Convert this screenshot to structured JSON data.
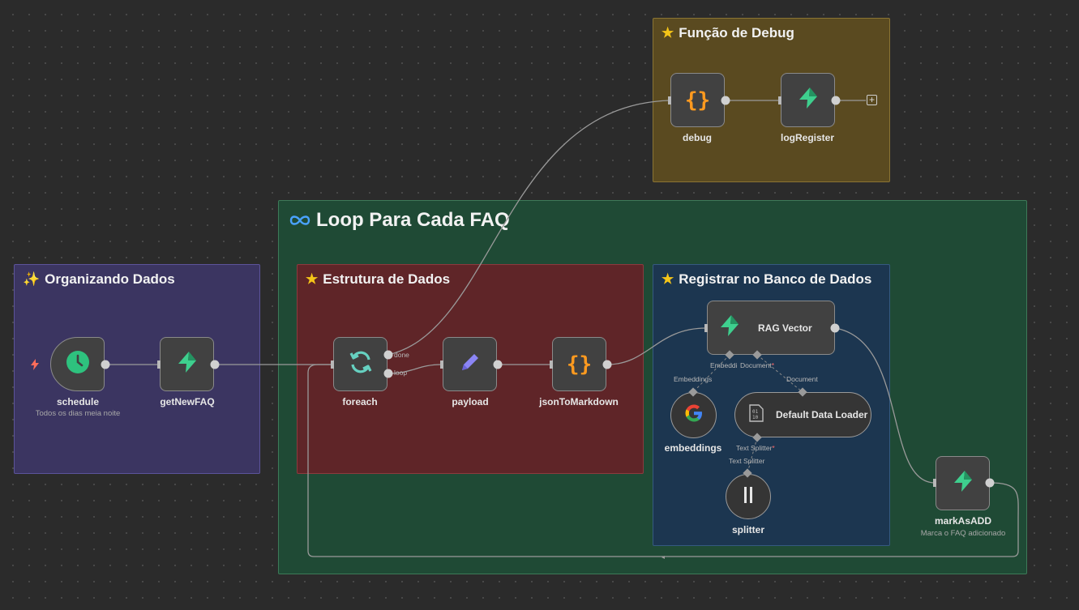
{
  "stickies": {
    "debug_title": "Função de Debug",
    "loop_title": "Loop Para Cada FAQ",
    "organize_title": "Organizando Dados",
    "structure_title": "Estrutura de Dados",
    "register_title": "Registrar no Banco de Dados"
  },
  "nodes": {
    "schedule": {
      "label": "schedule",
      "sub": "Todos os dias meia noite"
    },
    "getNewFAQ": {
      "label": "getNewFAQ"
    },
    "foreach": {
      "label": "foreach",
      "out_done": "done",
      "out_loop": "loop"
    },
    "payload": {
      "label": "payload"
    },
    "jsonToMarkdown": {
      "label": "jsonToMarkdown"
    },
    "debug": {
      "label": "debug"
    },
    "logRegister": {
      "label": "logRegister"
    },
    "ragVector": {
      "label": "RAG Vector",
      "port_embedding": "Embeddi",
      "port_document": "Document"
    },
    "embeddings": {
      "label": "embeddings",
      "port": "Embeddings"
    },
    "dataLoader": {
      "label": "Default Data Loader",
      "port": "Document",
      "port_splitter": "Text Splitter"
    },
    "splitter": {
      "label": "splitter",
      "port": "Text Splitter"
    },
    "markAsADD": {
      "label": "markAsADD",
      "sub": "Marca o FAQ adicionado"
    }
  },
  "icons": {
    "trigger": "lightning-bolt-icon",
    "clock": "clock-icon",
    "supabase": "supabase-bolt-icon",
    "loop": "refresh-icon",
    "pencil": "pencil-icon",
    "code": "braces-icon",
    "google": "google-logo-icon",
    "binary": "binary-file-icon",
    "splitter": "split-bars-icon",
    "infinity": "infinity-icon",
    "sparkles": "sparkles-icon",
    "star": "star-icon",
    "plus": "plus-icon"
  },
  "colors": {
    "canvas": "#2b2b2b",
    "debug_sticky": "#5a4a20",
    "loop_sticky": "#1f4a35",
    "organize_sticky": "#3b3561",
    "structure_sticky": "#5f2528",
    "register_sticky": "#1c3650",
    "supabase_green": "#3ecf8e",
    "code_orange": "#ff9a1f",
    "pencil_purple": "#8b85f5",
    "loop_teal": "#66d1c1",
    "clock_green": "#2ec27e"
  }
}
